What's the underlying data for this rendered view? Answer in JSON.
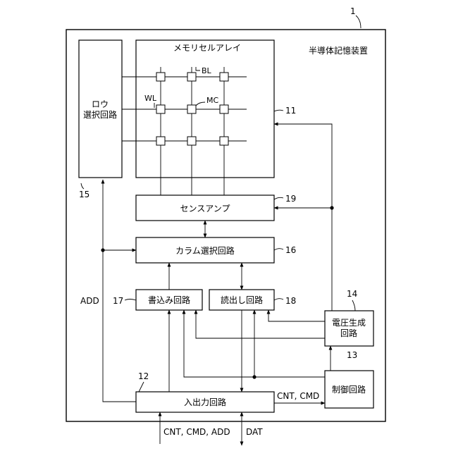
{
  "device": {
    "ref": "1",
    "title": "半導体記憶装置"
  },
  "array": {
    "title": "メモリセルアレイ",
    "ref": "11",
    "bl_label": "BL",
    "wl_label": "WL",
    "mc_label": "MC"
  },
  "row_select": {
    "line1": "ロウ",
    "line2": "選択回路",
    "ref": "15"
  },
  "sense_amp": {
    "label": "センスアンプ",
    "ref": "19"
  },
  "column_select": {
    "label": "カラム選択回路",
    "ref": "16"
  },
  "write_circuit": {
    "label": "書込み回路",
    "ref": "17"
  },
  "read_circuit": {
    "label": "読出し回路",
    "ref": "18"
  },
  "voltage_gen": {
    "line1": "電圧生成",
    "line2": "回路",
    "ref": "14"
  },
  "control": {
    "label": "制御回路",
    "ref": "13"
  },
  "io": {
    "label": "入出力回路",
    "ref": "12"
  },
  "signals": {
    "add": "ADD",
    "cnt_cmd": "CNT, CMD",
    "ext_in": "CNT, CMD, ADD",
    "dat": "DAT"
  }
}
